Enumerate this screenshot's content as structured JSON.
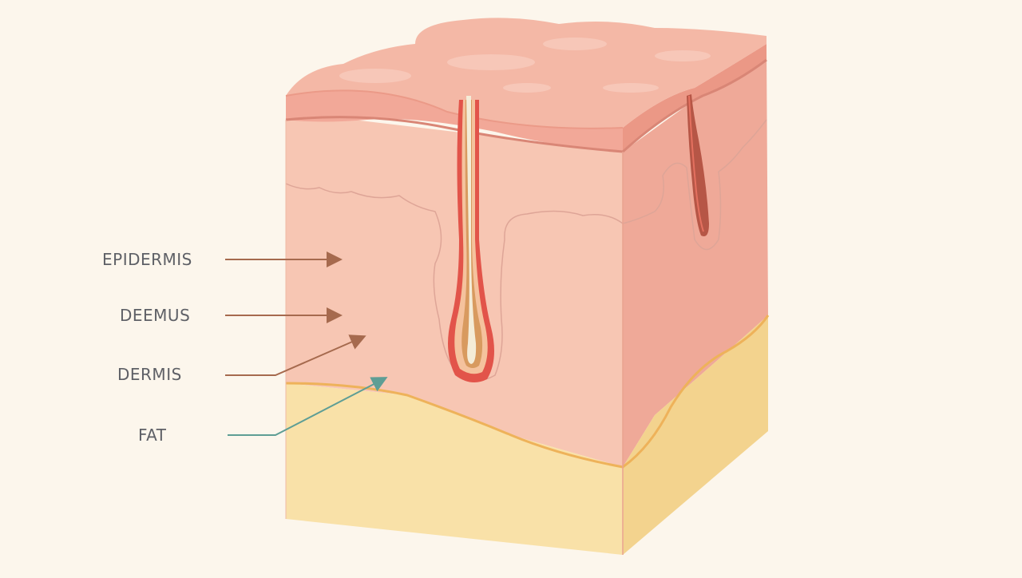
{
  "labels": {
    "epidermis": "EPIDERMIS",
    "deemus": "DEEMUS",
    "dermis": "DERMIS",
    "fat": "FAT"
  },
  "colors": {
    "background": "#fcf6ec",
    "skin_surface": "#f4b8a6",
    "skin_front": "#f7c6b3",
    "skin_side": "#efa998",
    "fat_front": "#f9e1a8",
    "fat_side": "#f3d38e",
    "fat_line": "#eeb25a",
    "hair_red": "#e2544a",
    "arrow_brown": "#a66a4e",
    "arrow_teal": "#5e9e95",
    "label_text": "#5e6066"
  }
}
